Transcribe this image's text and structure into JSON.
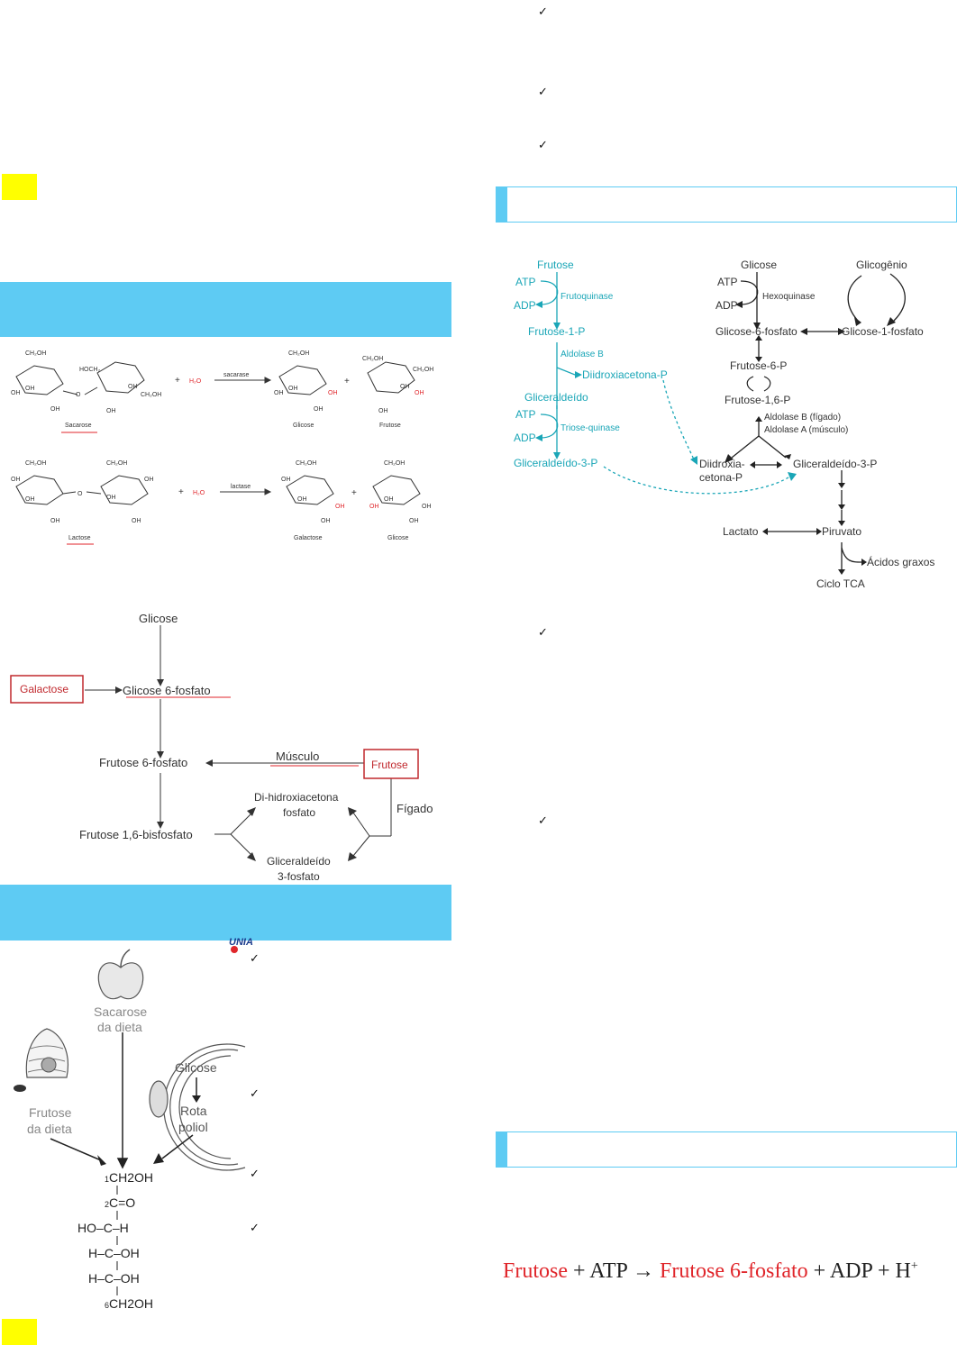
{
  "checkmark": "✓",
  "logo_text": "UNIA",
  "disaccharides": {
    "sacarose_label": "Sacarose",
    "lactose_label": "Lactose",
    "water": "H2O",
    "sacarase_enzyme": "sacarase",
    "lactase_enzyme": "lactase",
    "product_glicose": "Glicose",
    "product_frutose": "Frutose",
    "product_galactose": "Galactose",
    "product_glicose2": "Glicose",
    "plus": "+"
  },
  "flow_diagram": {
    "glicose": "Glicose",
    "galactose_box": "Galactose",
    "glicose6p": "Glicose 6-fosfato",
    "frutose6p": "Frutose 6-fosfato",
    "musculo": "Músculo",
    "frutose_box": "Frutose",
    "dhap_line1": "Di-hidroxiacetona",
    "dhap_line2": "fosfato",
    "figado": "Fígado",
    "frutose16bp": "Frutose 1,6-bisfosfato",
    "gap_line1": "Gliceraldeído",
    "gap_line2": "3-fosfato"
  },
  "polyol_figure": {
    "sacarose_line1": "Sacarose",
    "sacarose_line2": "da dieta",
    "frutose_line1": "Frutose",
    "frutose_line2": "da dieta",
    "glicose": "Glicose",
    "rota_line1": "Rota",
    "rota_line2": "poliol",
    "c1": "CH2OH",
    "c2": "C=O",
    "c3": "HO–C–H",
    "c4": "H–C–OH",
    "c5": "H–C–OH",
    "c6": "CH2OH"
  },
  "pathway": {
    "frutose": "Frutose",
    "atp1": "ATP",
    "adp1": "ADP",
    "frutoquinase": "Frutoquinase",
    "frutose1p": "Frutose-1-P",
    "aldolaseB": "Aldolase B",
    "diidroxiacetona_p": "Diidroxiacetona-P",
    "gliceraldeido": "Gliceraldeído",
    "atp2": "ATP",
    "adp2": "ADP",
    "triose_quinase": "Triose-quinase",
    "gliceraldeido3p_left": "Gliceraldeído-3-P",
    "glicose": "Glicose",
    "atp3": "ATP",
    "adp3": "ADP",
    "hexoquinase": "Hexoquinase",
    "glicogenio": "Glicogênio",
    "glicose6fosfato": "Glicose-6-fosfato",
    "glicose1fosfato": "Glicose-1-fosfato",
    "frutose6p": "Frutose-6-P",
    "frutose16p": "Frutose-1,6-P",
    "aldolase_figado": "Aldolase B (fígado)",
    "aldolase_musculo": "Aldolase A (músculo)",
    "diidroxia_line1": "Diidroxia-",
    "diidroxia_line2": "cetona-P",
    "gliceraldeido3p_right": "Gliceraldeído-3-P",
    "lactato": "Lactato",
    "piruvato": "Piruvato",
    "acidos_graxos": "Ácidos graxos",
    "ciclo_tca": "Ciclo TCA"
  },
  "equation": {
    "frutose": "Frutose",
    "plus1": " + ATP ",
    "arrow": "→",
    "frutose6f": " Frutose 6-fosfato",
    "plus2": " + ADP + H",
    "sup": "+"
  },
  "colors": {
    "banner": "#5ecbf3",
    "highlight": "#ffff00",
    "teal": "#1aa6b7",
    "red": "#e0262b"
  }
}
